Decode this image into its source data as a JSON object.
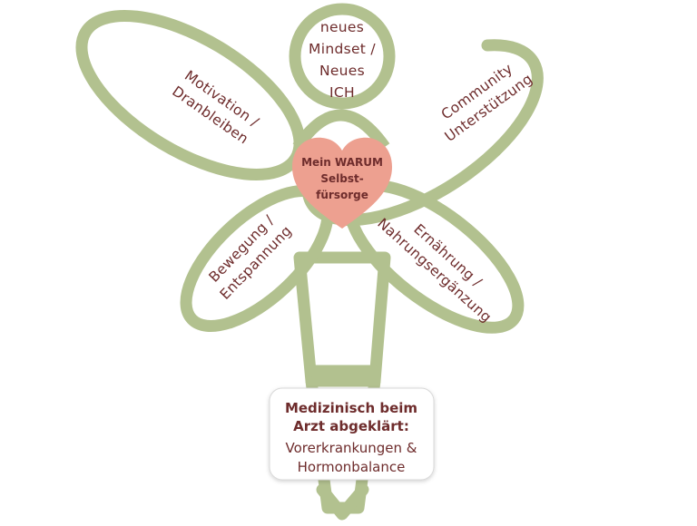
{
  "colors": {
    "outline": "#b2c18f",
    "heart": "#eda090",
    "text": "#6e2c2c"
  },
  "head": {
    "line1": "neues",
    "line2": "Mindset /",
    "line3": "Neues",
    "line4": "ICH"
  },
  "wings": {
    "upper_left": {
      "line1": "Motivation /",
      "line2": "Dranbleiben"
    },
    "upper_right": {
      "line1": "Community",
      "line2": "Unterstützung"
    },
    "lower_left": {
      "line1": "Bewegung /",
      "line2": "Entspannung"
    },
    "lower_right": {
      "line1": "Ernährung /",
      "line2": "Nahrungsergänzung"
    }
  },
  "heart": {
    "line1": "Mein WARUM",
    "line2": "Selbst-",
    "line3": "fürsorge"
  },
  "base_box": {
    "title_line1": "Medizinisch beim",
    "title_line2": "Arzt abgeklärt:",
    "body_line1": "Vorerkrankungen &",
    "body_line2": "Hormonbalance"
  }
}
